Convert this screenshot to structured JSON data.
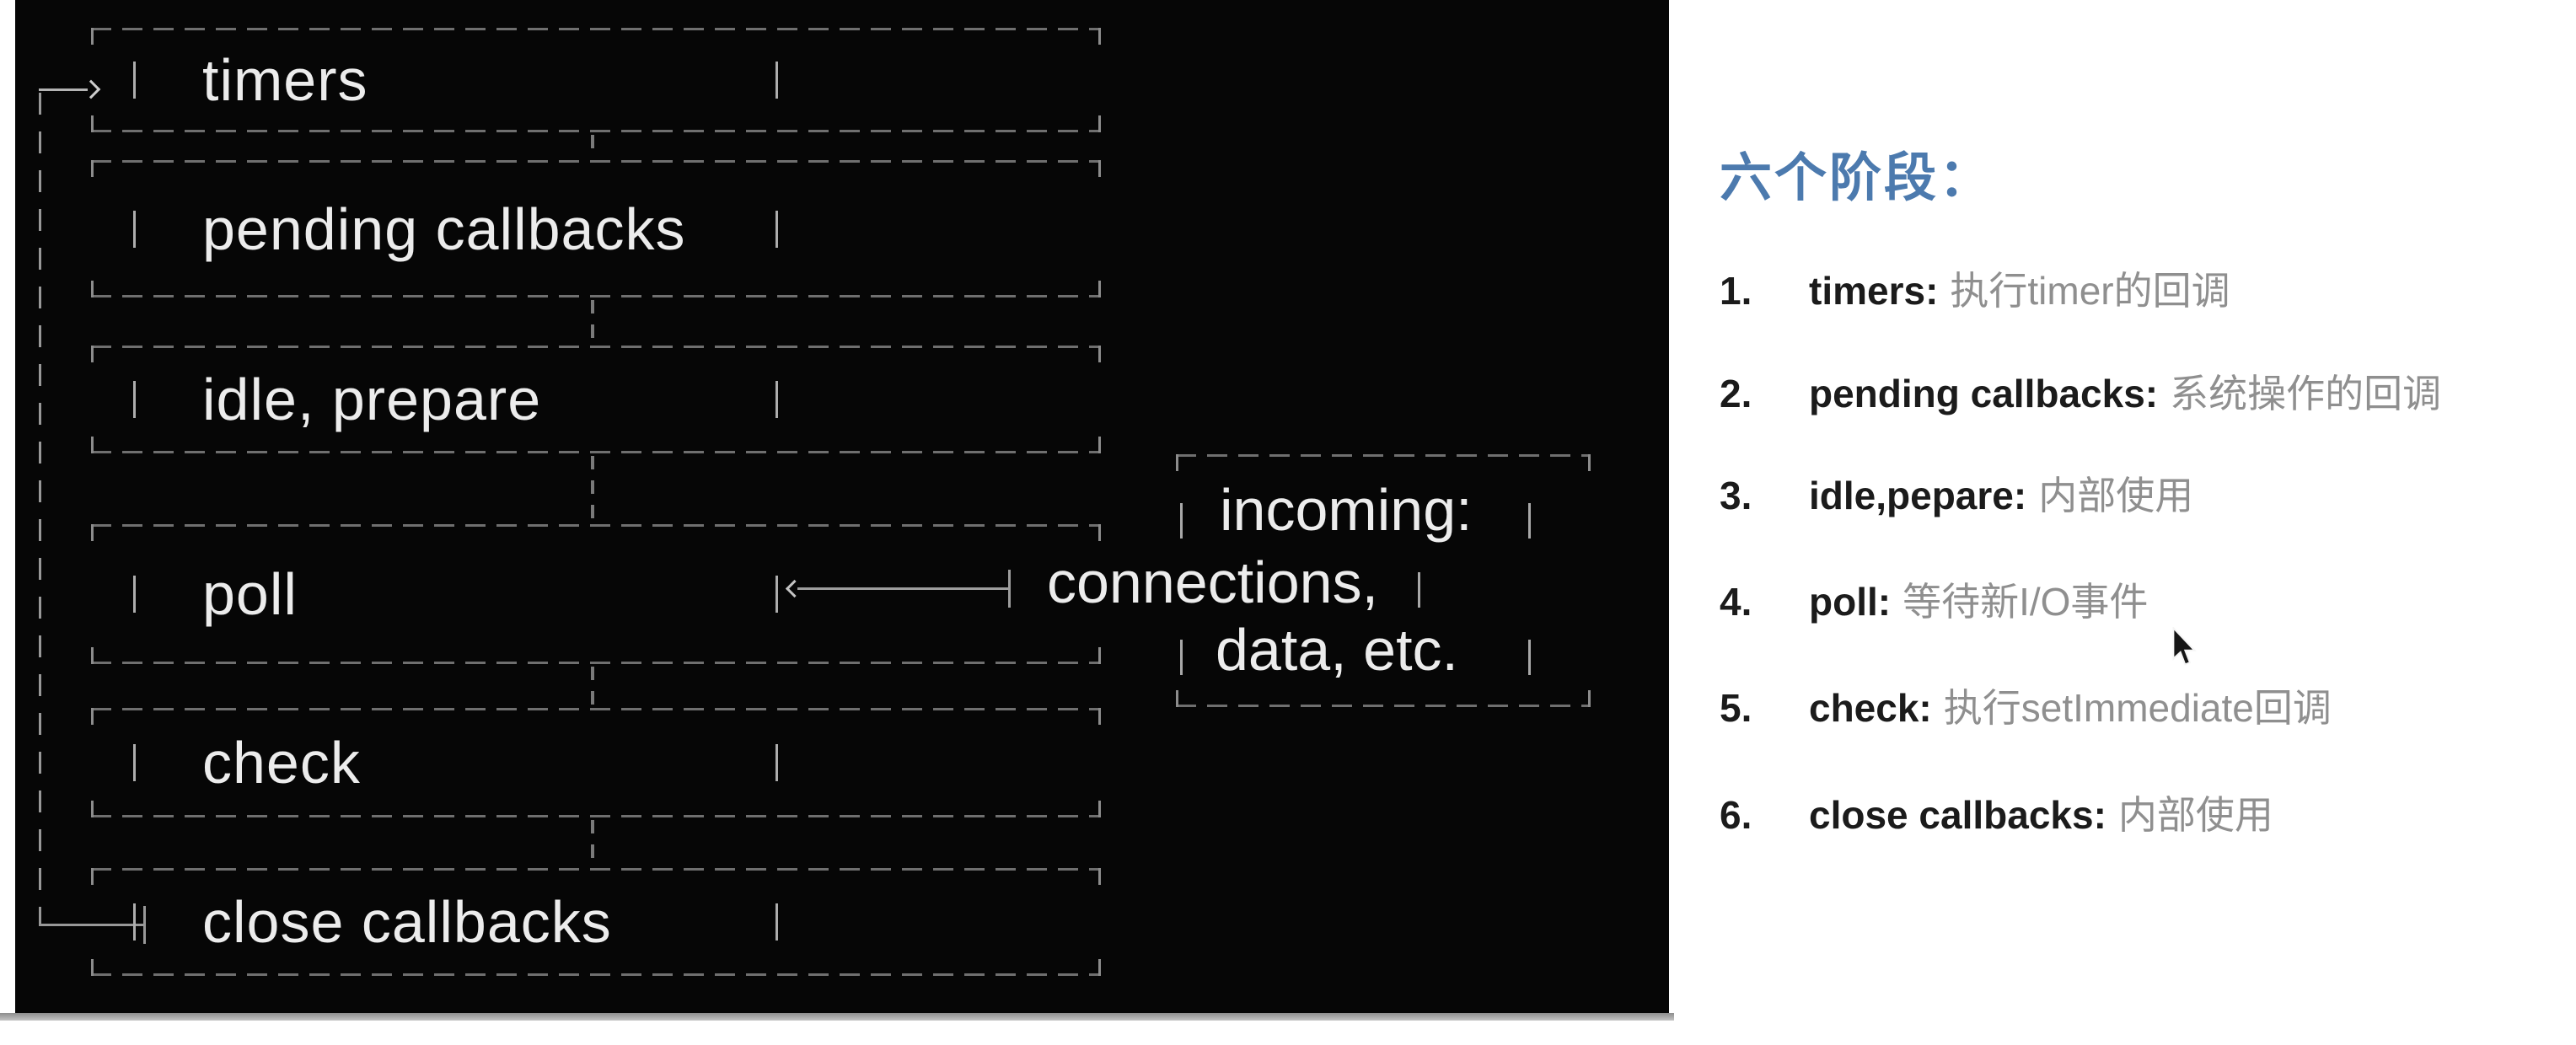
{
  "diagram": {
    "phases": [
      {
        "label": "timers"
      },
      {
        "label": "pending callbacks"
      },
      {
        "label": "idle, prepare"
      },
      {
        "label": "poll"
      },
      {
        "label": "check"
      },
      {
        "label": "close callbacks"
      }
    ],
    "incoming_box": {
      "line1": "incoming:",
      "line2": "connections,",
      "line3": "data, etc."
    }
  },
  "notes": {
    "title": "六个阶段：",
    "items": [
      {
        "num": "1.",
        "term": "timers:",
        "desc": "执行timer的回调"
      },
      {
        "num": "2.",
        "term": "pending callbacks:",
        "desc": "系统操作的回调"
      },
      {
        "num": "3.",
        "term": "idle,pepare:",
        "desc": "内部使用"
      },
      {
        "num": "4.",
        "term": "poll:",
        "desc": "等待新I/O事件"
      },
      {
        "num": "5.",
        "term": "check:",
        "desc": "执行setImmediate回调"
      },
      {
        "num": "6.",
        "term": "close callbacks:",
        "desc": "内部使用"
      }
    ]
  },
  "colors": {
    "panel_background": "#060606",
    "box_dash_gray": "#6f6f6f",
    "diagram_text": "#ececec",
    "loop_line_gray": "#989898",
    "title_blue": "#4c7aae",
    "term_black": "#1b1b1b",
    "desc_gray": "#8f8f8f",
    "page_background": "#ffffff"
  }
}
